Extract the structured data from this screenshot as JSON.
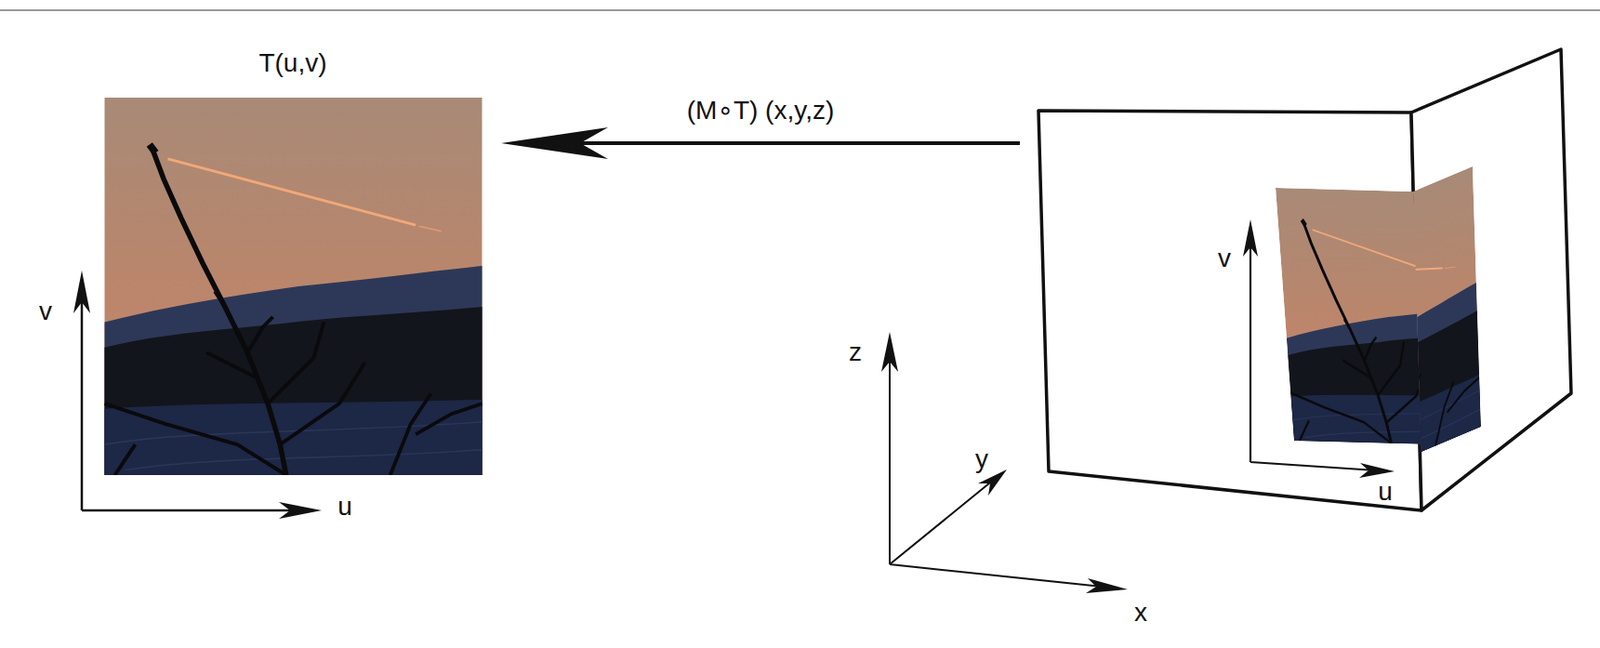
{
  "diagram": {
    "nodes": [
      {
        "text": [
          "T(u,v)"
        ]
      },
      {
        "text": [
          "v",
          "u"
        ]
      }
    ],
    "edges": [
      {
        "from": 1,
        "to": 0,
        "arrow": "to",
        "label": "(M∘T) (x,y,z)"
      }
    ],
    "labels": [
      "v",
      "u",
      "z",
      "y",
      "x"
    ]
  }
}
